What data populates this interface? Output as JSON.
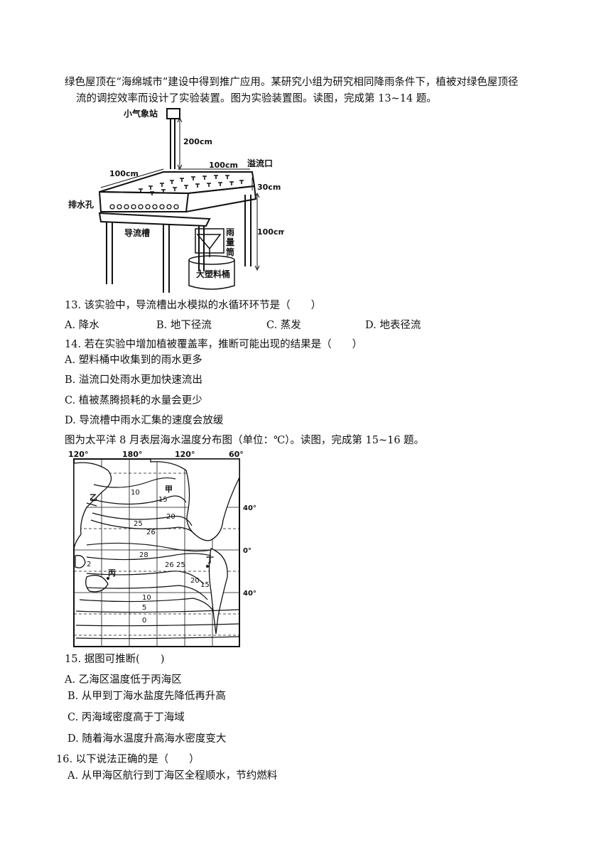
{
  "intro": {
    "line1": "绿色屋顶在“海绵城市”建设中得到推广应用。某研究小组为研究相同降雨条件下，植被对绿色屋顶径",
    "line2": "流的调控效率而设计了实验装置。图为实验装置图。读图，完成第 13~14 题。"
  },
  "figure1": {
    "labels": {
      "station": "小气象站",
      "h200": "200cm",
      "w100a": "100cm",
      "w100b": "100cm",
      "overflow": "溢流口",
      "h30": "30cm",
      "drain": "排水孔",
      "channel": "导流槽",
      "gauge": "雨量筒",
      "h100": "100cm",
      "bucket": "大塑料桶"
    }
  },
  "q13": {
    "stem": "13. 该实验中，导流槽出水模拟的水循环环节是（　　）",
    "options": [
      "A.   降水",
      "B. 地下径流",
      "C.   蒸发",
      "D. 地表径流"
    ]
  },
  "q14": {
    "stem": "14. 若在实验中增加植被覆盖率，推断可能出现的结果是（　　）",
    "options": [
      "A. 塑料桶中收集到的雨水更多",
      "B. 溢流口处雨水更加快速流出",
      "C. 植被蒸腾损耗的水量会更少",
      "D. 导流槽中雨水汇集的速度会放缓"
    ]
  },
  "intro2": "图为太平洋 8 月表层海水温度分布图（单位：℃）。读图，完成第 15~16 题。",
  "figure2": {
    "lon_labels": [
      "120°",
      "180°",
      "120°",
      "60°"
    ],
    "lat_labels": [
      "40°",
      "0°",
      "40°"
    ],
    "region_labels": [
      "乙",
      "甲",
      "丙",
      "丁"
    ],
    "isotherms": [
      "10",
      "15",
      "20",
      "25",
      "26",
      "28",
      "26",
      "25",
      "20",
      "15",
      "10",
      "5",
      "0",
      "2"
    ]
  },
  "q15": {
    "stem": "15. 据图可推断(　　)",
    "options": [
      "A.   乙海区温度低于丙海区",
      "B. 从甲到丁海水盐度先降低再升高",
      "C. 丙海域密度高于丁海域",
      "D. 随着海水温度升高海水密度变大"
    ]
  },
  "q16": {
    "stem": "16.   以下说法正确的是（　　）",
    "options": [
      "A. 从甲海区航行到丁海区全程顺水，节约燃料"
    ]
  }
}
